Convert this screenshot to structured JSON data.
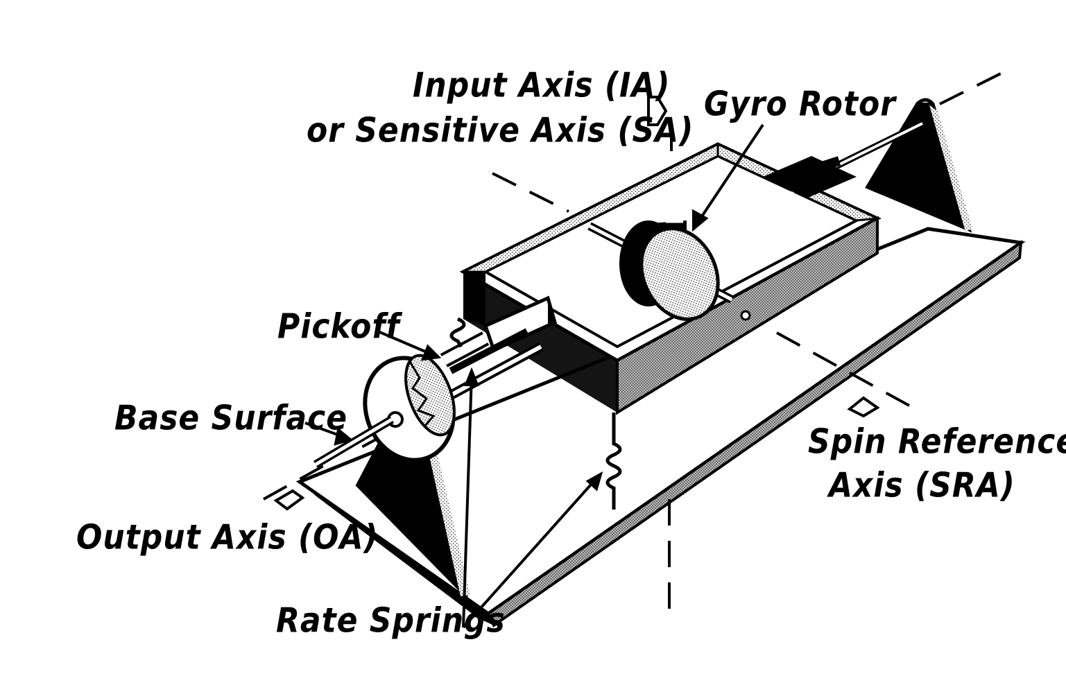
{
  "labels": {
    "input_axis_line1": "Input Axis (IA)",
    "input_axis_line2": "or Sensitive Axis (SA)",
    "gyro_rotor": "Gyro Rotor",
    "pickoff": "Pickoff",
    "base_surface": "Base Surface",
    "spin_reference_line1": "Spin Reference",
    "spin_reference_line2": "Axis  (SRA)",
    "output_axis": "Output Axis (OA)",
    "rate_springs": "Rate Springs"
  },
  "colors": {
    "ink": "#000000",
    "paper": "#ffffff",
    "stipple": "#9a9a9a"
  }
}
